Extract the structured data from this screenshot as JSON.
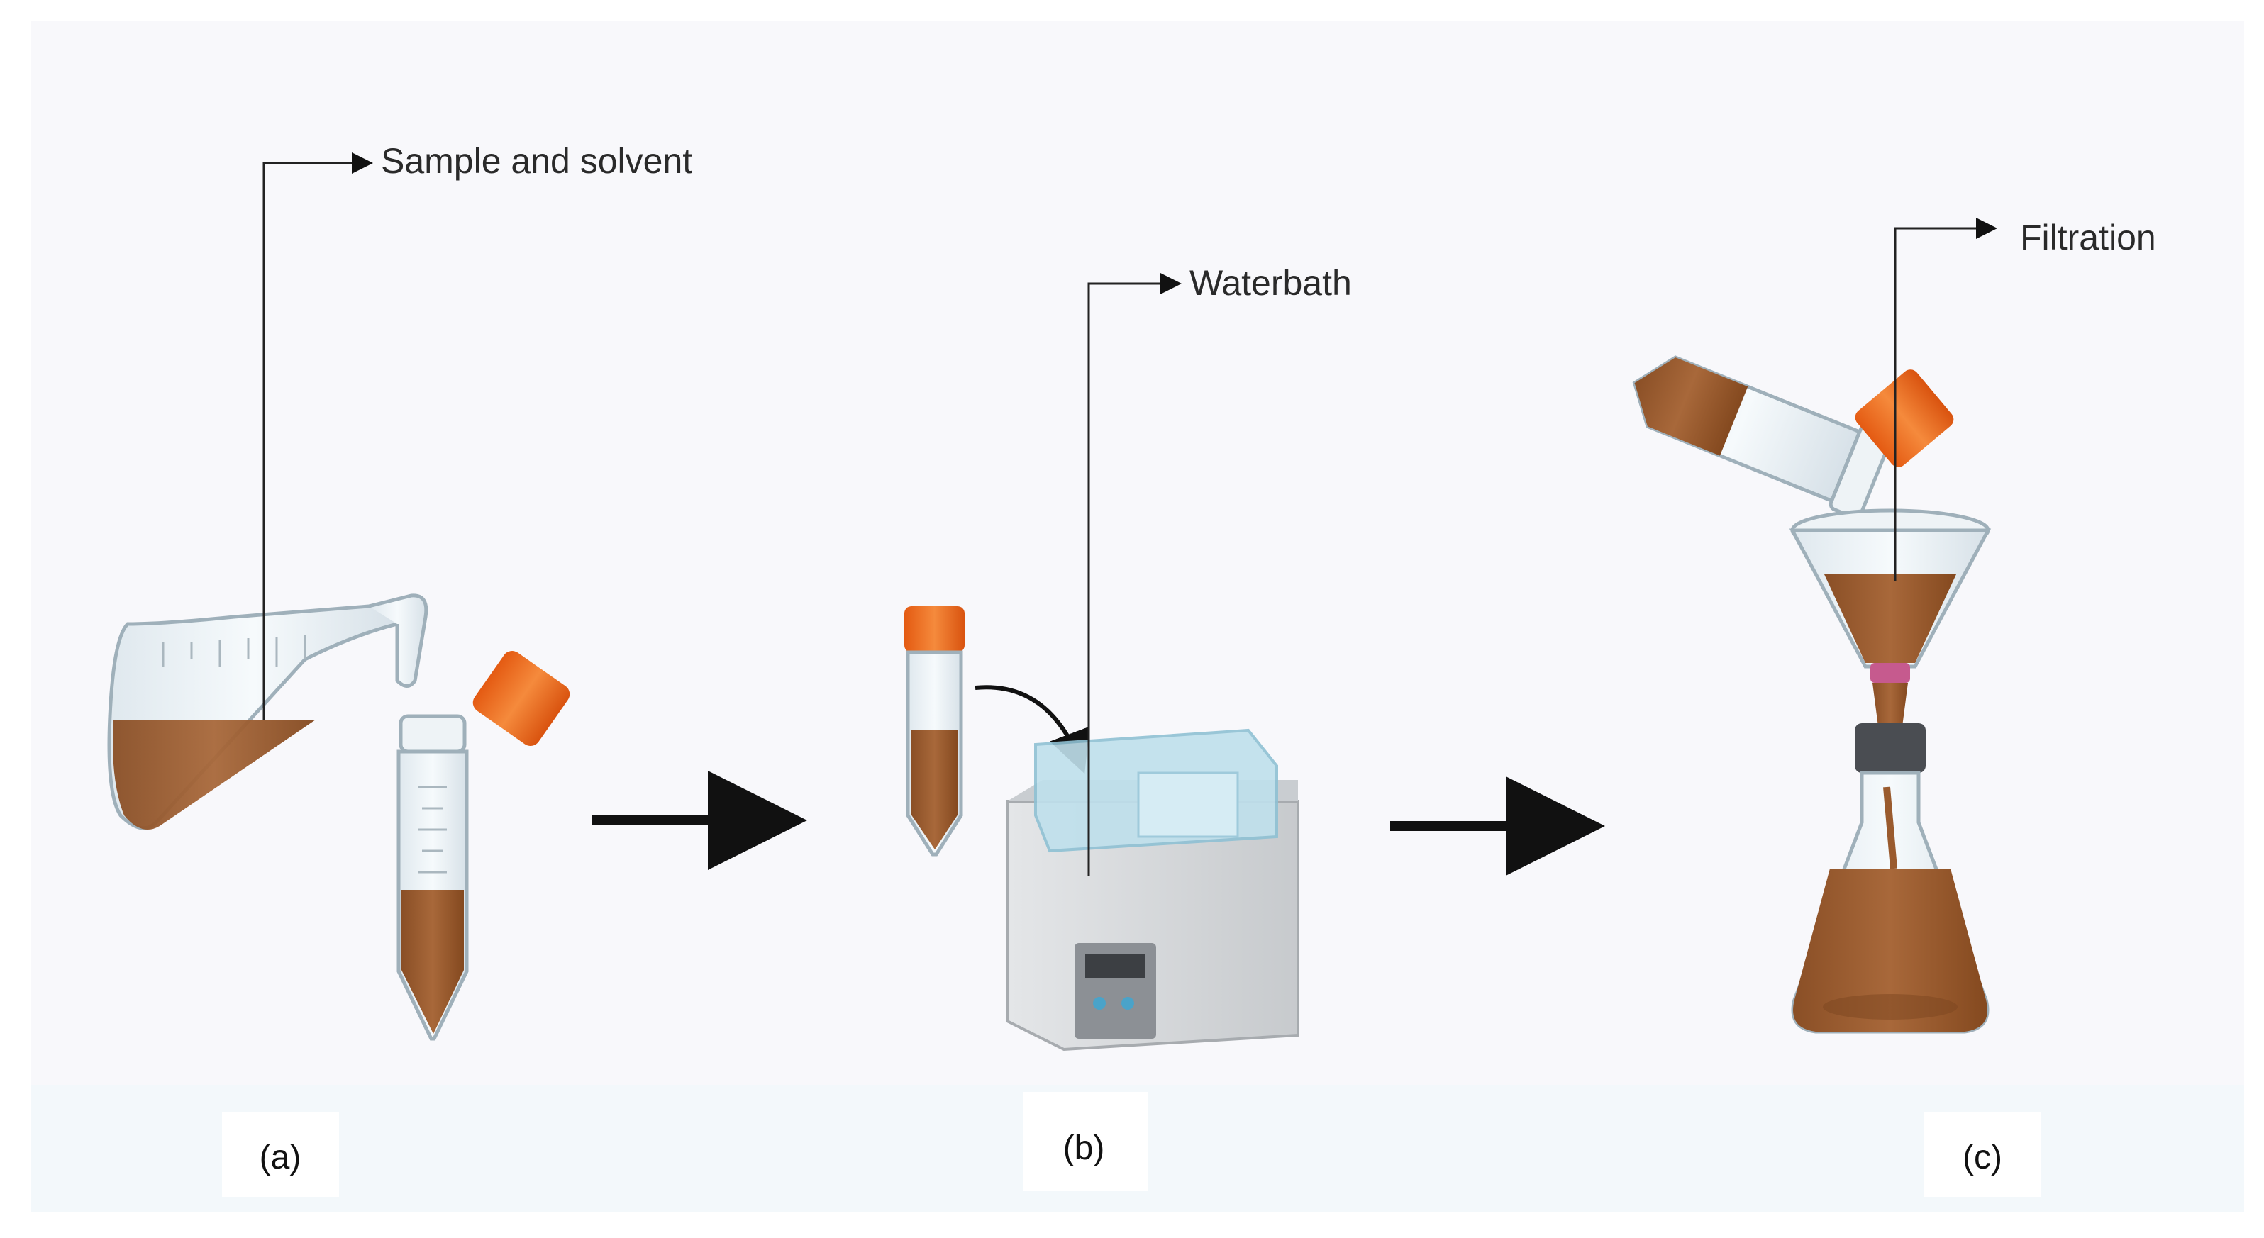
{
  "labels": {
    "sample_and_solvent": "Sample and solvent",
    "waterbath": "Waterbath",
    "filtration": "Filtration"
  },
  "panels": {
    "a": "(a)",
    "b": "(b)",
    "c": "(c)"
  },
  "colors": {
    "liquid": "#9a5b2e",
    "liquid_dark": "#7c4520",
    "cap": "#e8641e",
    "glass": "#e9f0f4",
    "glass_edge": "#9fb0ba",
    "arrow": "#111111",
    "bath_body": "#d9dcdf",
    "bath_lid": "#bfe0ec"
  }
}
